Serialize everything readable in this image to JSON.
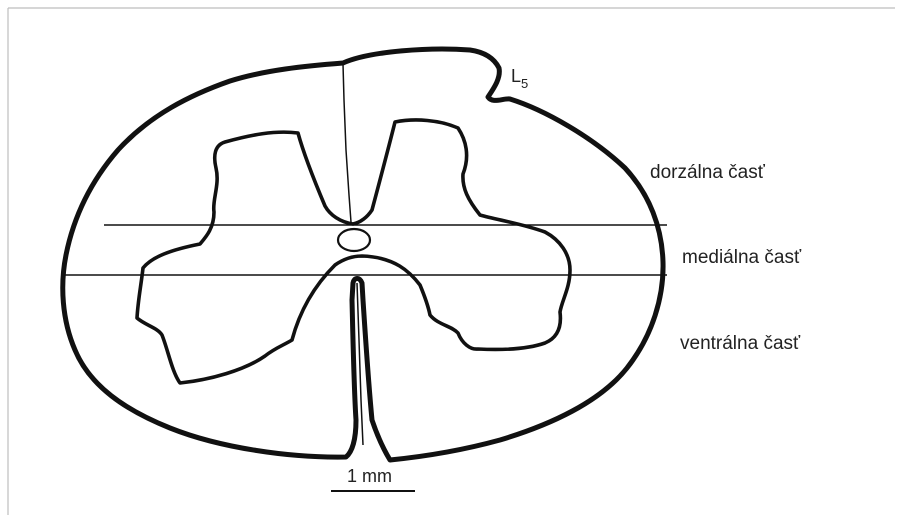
{
  "diagram": {
    "segment_label": "L",
    "segment_subscript": "5",
    "region_labels": {
      "dorsal": "dorzálna časť",
      "medial": "mediálna časť",
      "ventral": "ventrálna časť"
    },
    "scale_bar_label": "1 mm"
  }
}
